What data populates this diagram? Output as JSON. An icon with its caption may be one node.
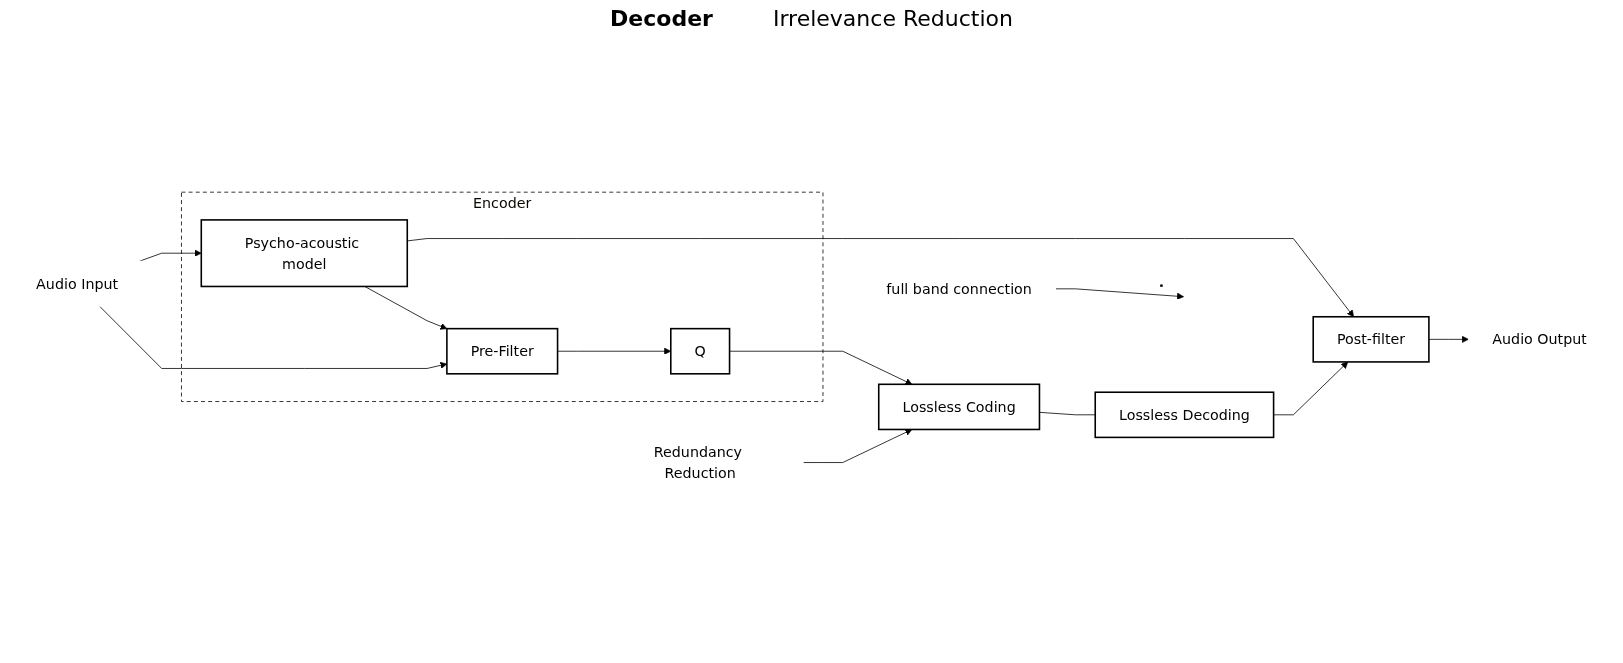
{
  "diagram": {
    "nodes": [
      {
        "text": [
          "Audio Input"
        ]
      },
      {
        "text": [
          "Encoder"
        ]
      },
      {
        "text": [
          "Pre-Filter"
        ],
        "in": 1
      },
      {
        "text": [
          "Q"
        ],
        "in": 1
      },
      {
        "text": [
          "Psycho-acoustic model"
        ],
        "in": 1
      },
      {
        "text": [
          "Lossless Coding"
        ]
      },
      {
        "text": [
          "Lossless Decoding"
        ]
      },
      {
        "text": [
          "Post-filter"
        ]
      },
      {
        "text": [
          "Audio Output"
        ]
      },
      {
        "text": [
          "full band connection"
        ]
      },
      {
        "text": [
          "Redundancy Reduction"
        ]
      }
    ],
    "edges": [
      {
        "from": 0,
        "to": 2,
        "arrow": "to"
      },
      {
        "from": 0,
        "to": 4,
        "arrow": "to"
      },
      {
        "from": 2,
        "to": 3,
        "arrow": "to"
      },
      {
        "from": 3,
        "to": 5,
        "arrow": "to"
      },
      {
        "from": 5,
        "to": 6,
        "arrow": "none"
      },
      {
        "from": 6,
        "to": 7,
        "arrow": "to"
      },
      {
        "from": 7,
        "to": 8,
        "arrow": "to"
      },
      {
        "from": 4,
        "to": 2,
        "arrow": "to"
      },
      {
        "from": 4,
        "to": 7,
        "arrow": "to"
      },
      {
        "from": 9,
        "to": null,
        "arrow": "to"
      },
      {
        "from": 10,
        "to": 5,
        "arrow": "to"
      }
    ],
    "labels": [
      "Decoder",
      "Irrelevance Reduction"
    ]
  }
}
